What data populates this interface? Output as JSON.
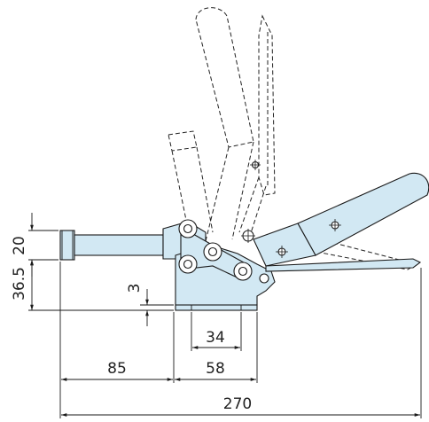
{
  "dimensions": {
    "spindle_height": "20",
    "spindle_center_height": "36.5",
    "base_thickness": "3",
    "hole_spacing": "34",
    "base_length": "58",
    "reach": "85",
    "overall_length": "270"
  },
  "colors": {
    "part_fill": "#d2e8f3",
    "line": "#1a1a1a",
    "background": "#ffffff"
  }
}
